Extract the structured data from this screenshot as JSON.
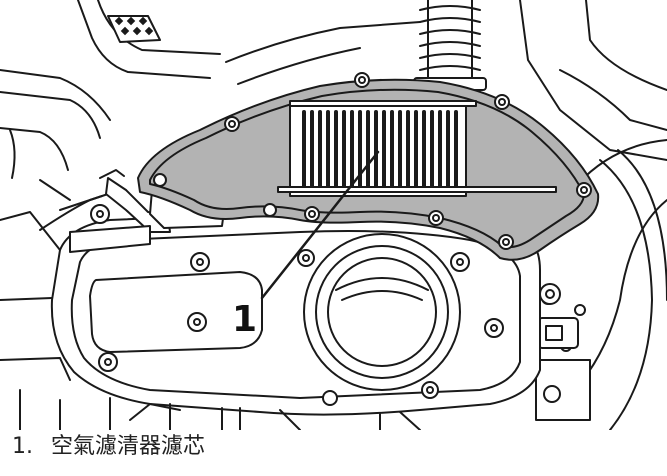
{
  "callout": {
    "number": "1"
  },
  "caption": {
    "index": "1.",
    "text": "空氣濾清器濾芯"
  }
}
